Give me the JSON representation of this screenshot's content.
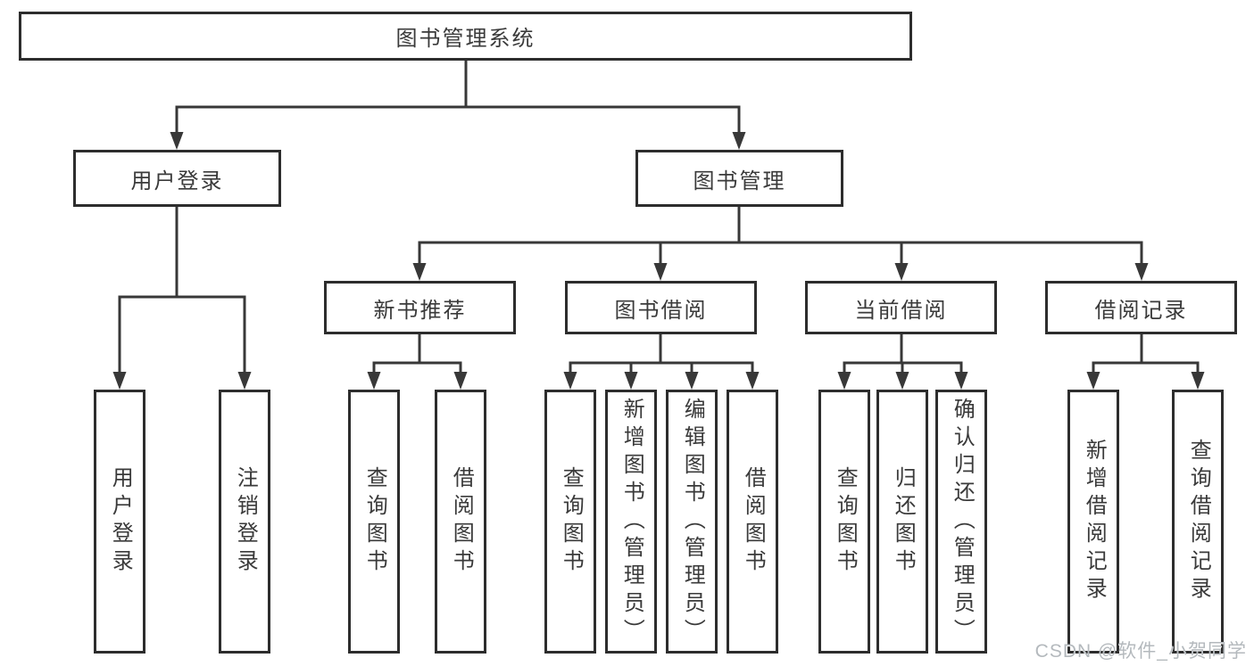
{
  "diagram": {
    "root": {
      "label": "图书管理系统"
    },
    "level2": {
      "user_login": {
        "label": "用户登录"
      },
      "book_mgmt": {
        "label": "图书管理"
      }
    },
    "level3": {
      "new_book_rec": {
        "label": "新书推荐"
      },
      "book_borrow": {
        "label": "图书借阅"
      },
      "current_borrow": {
        "label": "当前借阅"
      },
      "borrow_record": {
        "label": "借阅记录"
      }
    },
    "leaves": {
      "user_login": {
        "label": "用户登录"
      },
      "logout": {
        "label": "注销登录"
      },
      "rec_query_book": {
        "label": "查询图书"
      },
      "rec_borrow_book": {
        "label": "借阅图书"
      },
      "borrow_query_book": {
        "label": "查询图书"
      },
      "borrow_add_book": {
        "label": "新增图书（管理员）"
      },
      "borrow_edit_book": {
        "label": "编辑图书（管理员）"
      },
      "borrow_borrow_book": {
        "label": "借阅图书"
      },
      "current_query_book": {
        "label": "查询图书"
      },
      "current_return_book": {
        "label": "归还图书"
      },
      "current_confirm_return": {
        "label": "确认归还（管理员）"
      },
      "record_add": {
        "label": "新增借阅记录"
      },
      "record_query": {
        "label": "查询借阅记录"
      }
    },
    "watermark": "CSDN @软件_小贺同学",
    "colors": {
      "line": "#383838",
      "border": "#2d2d2d",
      "text": "#3a3a3a",
      "background": "#ffffff",
      "watermark": "#b4b9bd"
    }
  }
}
